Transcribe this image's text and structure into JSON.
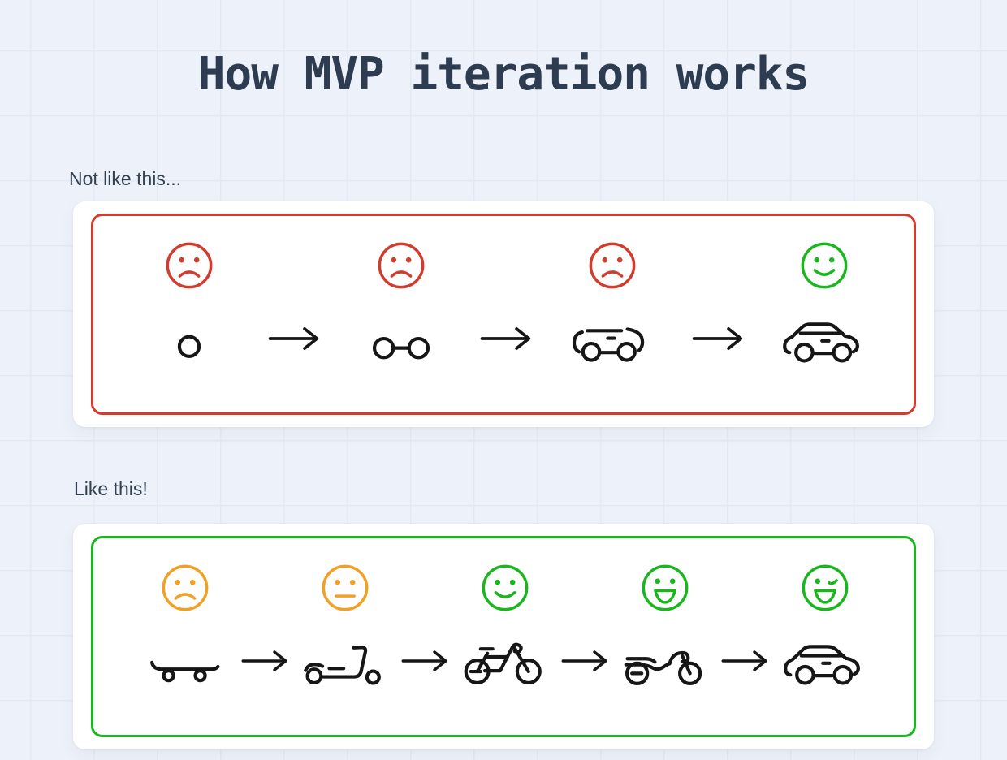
{
  "page": {
    "title": "How MVP iteration works"
  },
  "colors": {
    "background": "#edf1f9",
    "grid_line": "#e3e9f3",
    "title_text": "#2d3c50",
    "label_text": "#33404f",
    "bad_red": "#d23c2c",
    "warn_orange": "#f0a125",
    "good_green": "#1ab61e",
    "icon_black": "#161616",
    "card_white": "#ffffff"
  },
  "sections": [
    {
      "label": "Not like this...",
      "style": "bad",
      "border_color": "#d23c2c",
      "stages": [
        {
          "mood": "sad face",
          "mood_color": "#d23c2c",
          "vehicle": "single wheel"
        },
        {
          "mood": "sad face",
          "mood_color": "#d23c2c",
          "vehicle": "two wheels with axle"
        },
        {
          "mood": "sad face",
          "mood_color": "#d23c2c",
          "vehicle": "car body without roof"
        },
        {
          "mood": "happy face",
          "mood_color": "#1ab61e",
          "vehicle": "complete car"
        }
      ]
    },
    {
      "label": "Like this!",
      "style": "good",
      "border_color": "#1ab61e",
      "stages": [
        {
          "mood": "sad face",
          "mood_color": "#f0a125",
          "vehicle": "skateboard"
        },
        {
          "mood": "neutral face",
          "mood_color": "#f0a125",
          "vehicle": "kick scooter"
        },
        {
          "mood": "happy face",
          "mood_color": "#1ab61e",
          "vehicle": "bicycle"
        },
        {
          "mood": "grinning face",
          "mood_color": "#1ab61e",
          "vehicle": "motorcycle"
        },
        {
          "mood": "laughing winking face",
          "mood_color": "#1ab61e",
          "vehicle": "complete car"
        }
      ]
    }
  ]
}
